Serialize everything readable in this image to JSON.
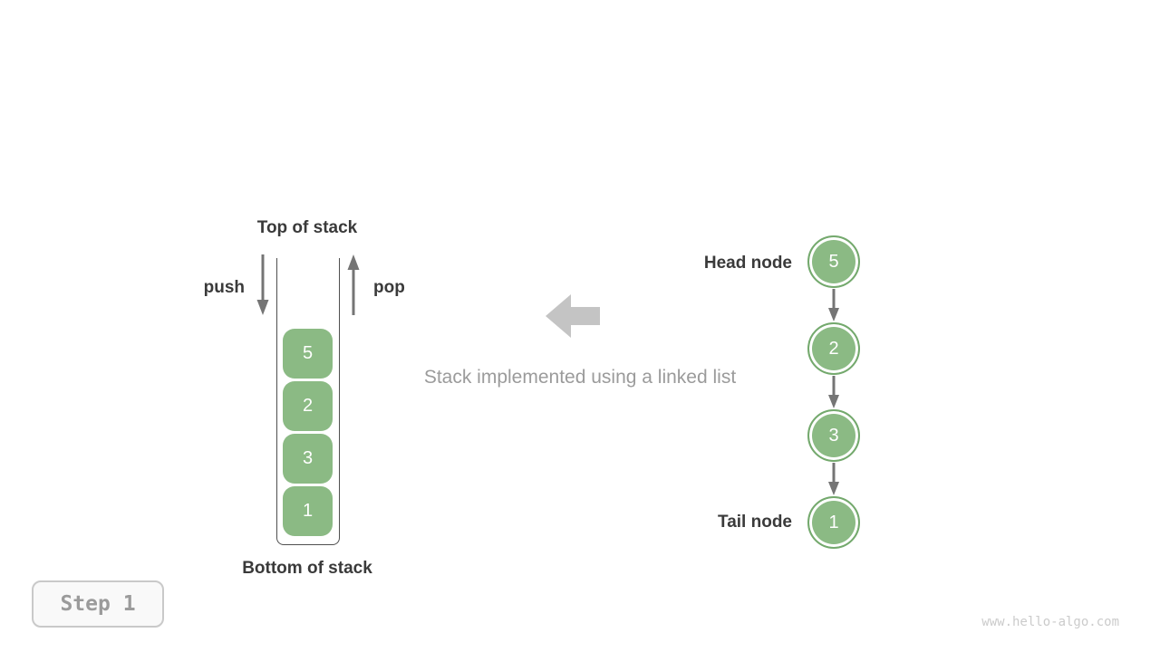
{
  "stack": {
    "top_label": "Top of stack",
    "bottom_label": "Bottom of stack",
    "push_label": "push",
    "pop_label": "pop",
    "items": [
      "5",
      "2",
      "3",
      "1"
    ]
  },
  "caption": "Stack implemented using a linked list",
  "linked_list": {
    "head_label": "Head node",
    "tail_label": "Tail node",
    "nodes": [
      "5",
      "2",
      "3",
      "1"
    ]
  },
  "step_label": "Step 1",
  "watermark": "www.hello-algo.com",
  "colors": {
    "node_green": "#8bba84",
    "node_border_green": "#74a96d",
    "arrow_gray": "#757575",
    "big_arrow_gray": "#c4c4c4",
    "muted_text": "#9b9b9b",
    "dark_text": "#3a3a3a",
    "container_line": "#4f4f4f"
  }
}
